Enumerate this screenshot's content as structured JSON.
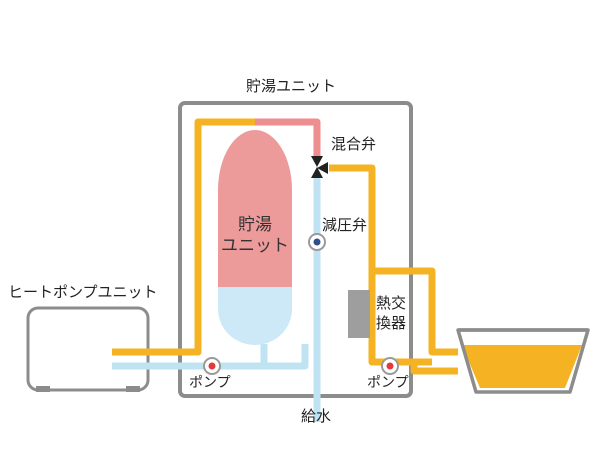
{
  "labels": {
    "storage_unit": "貯湯ユニット",
    "tank_line1": "貯湯",
    "tank_line2": "ユニット",
    "mixing_valve": "混合弁",
    "pressure_reducing_valve": "減圧弁",
    "heat_pump_unit": "ヒートポンプユニット",
    "heat_exchanger_line1": "熱交",
    "heat_exchanger_line2": "換器",
    "pump_left": "ポンプ",
    "pump_right": "ポンプ",
    "water_supply": "給水"
  },
  "colors": {
    "hot_pipe": "#F5B323",
    "warm_pipe": "#EE8E8E",
    "cold_pipe": "#BFE3F3",
    "tank_hot": "#EC9A9A",
    "tank_cold": "#CDE9F7",
    "frame": "#8C8C8C",
    "heat_exchanger": "#9E9E9E",
    "bath_water": "#F5B323",
    "pump_dot": "#E03A3A",
    "valve_dot": "#2E4F8C"
  }
}
